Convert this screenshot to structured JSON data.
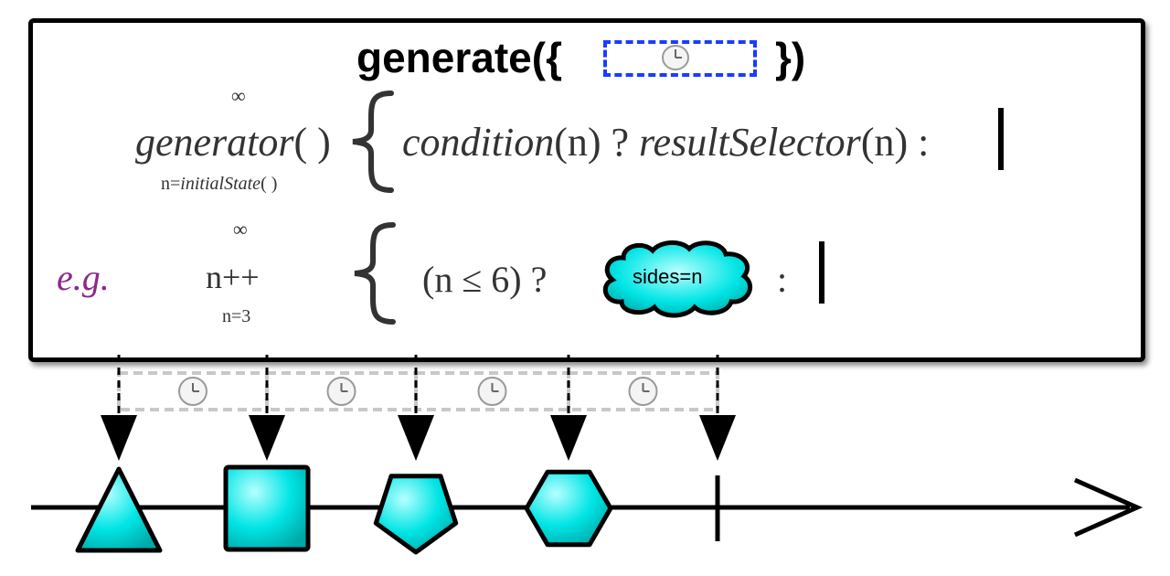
{
  "operator": {
    "title_prefix": "generate({",
    "title_suffix": "})",
    "clock_icon": "clock-icon"
  },
  "signature": {
    "superscript": "∞",
    "function_name": "generator",
    "parens": "( )",
    "subscript_prefix": "n=",
    "subscript_function": "initialState",
    "subscript_parens": "( )",
    "condition_fn": "condition",
    "condition_arg": "(n) ?",
    "result_fn": "resultSelector",
    "result_arg": "(n) :"
  },
  "example": {
    "label": "e.g.",
    "superscript": "∞",
    "iterator": "n++",
    "initial": "n=3",
    "condition": "(n ≤ 6) ?",
    "cloud_label": "sides=n",
    "colon": ":"
  },
  "timeline": {
    "emissions": [
      {
        "shape": "triangle",
        "sides": 3
      },
      {
        "shape": "square",
        "sides": 4
      },
      {
        "shape": "pentagon",
        "sides": 5
      },
      {
        "shape": "hexagon",
        "sides": 6
      }
    ],
    "completed": true,
    "colors": {
      "fill": "#00e5e5",
      "fill_dark": "#00a8a8",
      "stroke": "#000000",
      "delay_box": "#c8c8c8",
      "title_clock_box": "#1a3cff"
    }
  }
}
